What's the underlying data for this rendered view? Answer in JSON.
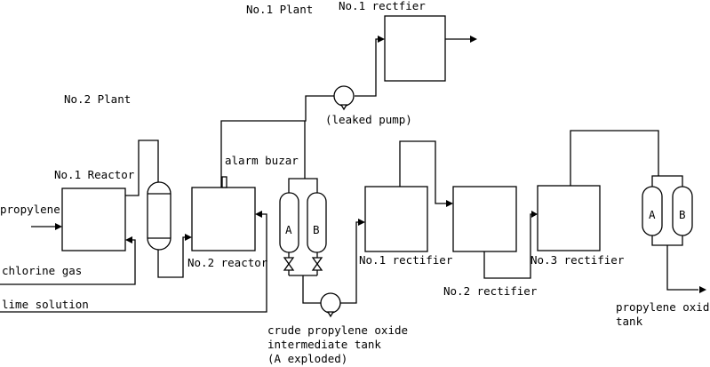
{
  "labels": {
    "plant1": "No.1 Plant",
    "plant2": "No.2 Plant",
    "rectifier_top": "No.1 rectfier",
    "leaked_pump": "(leaked pump)",
    "reactor1": "No.1 Reactor",
    "alarm": "alarm buzar",
    "propylene": "propylene",
    "chlorine": "chlorine gas",
    "lime": "lime solution",
    "reactor2": "No.2 reactor",
    "tank_a": "A",
    "tank_b": "B",
    "rect1": "No.1 rectifier",
    "rect2": "No.2 rectifier",
    "rect3": "No.3 rectifier",
    "crude_line1": "crude propylene oxide",
    "crude_line2": "intermediate tank",
    "crude_line3": "(A exploded)",
    "po_line1": "propylene oxide",
    "po_line2": "tank",
    "tank2_a": "A",
    "tank2_b": "B"
  }
}
